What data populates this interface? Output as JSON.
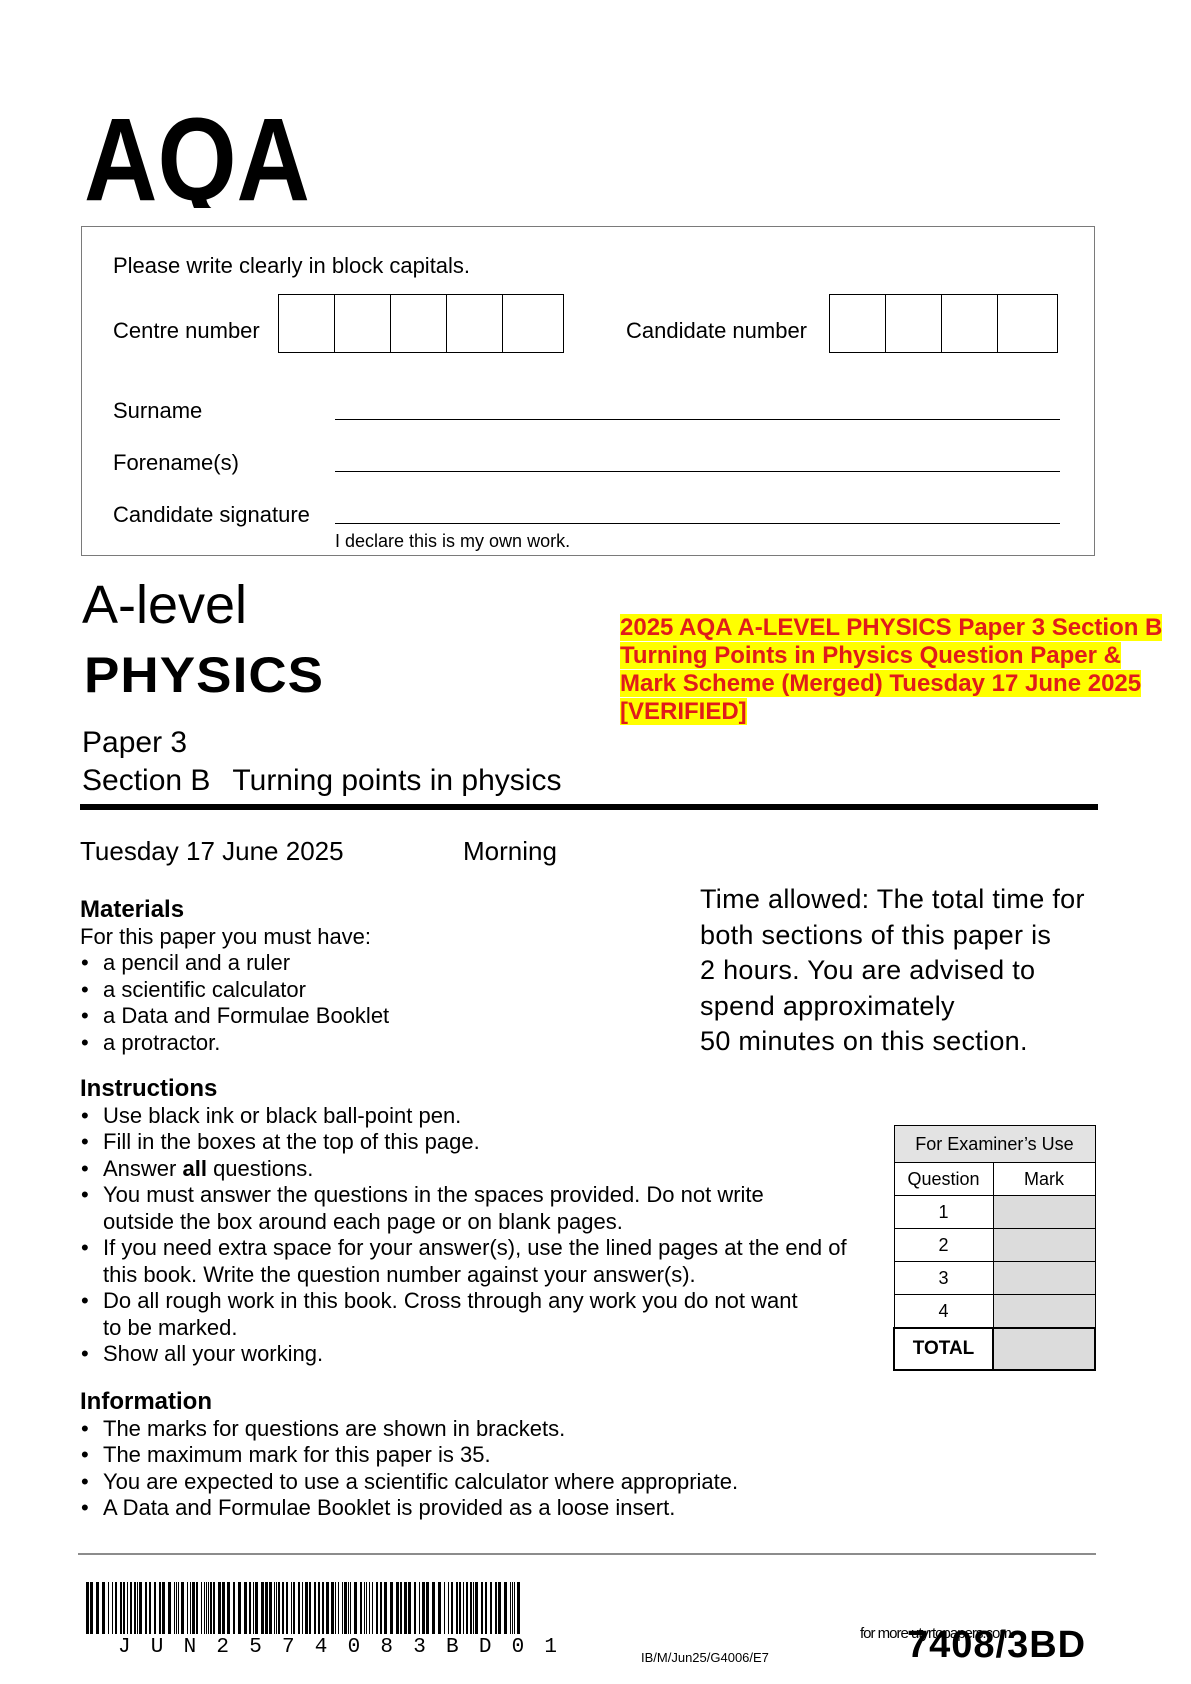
{
  "logo": {
    "text": "AQA"
  },
  "candidate": {
    "instruction": "Please write clearly in block capitals.",
    "centre_label": "Centre number",
    "candidate_label": "Candidate number",
    "centre_cells": 5,
    "candidate_cells": 4,
    "surname_label": "Surname",
    "forename_label": "Forename(s)",
    "signature_label": "Candidate signature",
    "declaration": "I declare this is my own work."
  },
  "title": {
    "level": "A-level",
    "subject": "PHYSICS",
    "paper": "Paper 3",
    "section_label": "Section B",
    "section_title": "Turning points in physics"
  },
  "highlight": {
    "lines": [
      "2025 AQA A-LEVEL PHYSICS Paper 3 Section B",
      "Turning Points in Physics Question Paper &",
      "Mark Scheme (Merged) Tuesday 17 June 2025",
      "[VERIFIED]"
    ],
    "text_color": "#e01b1b",
    "background_color": "#ffff00"
  },
  "exam": {
    "date": "Tuesday 17 June 2025",
    "session": "Morning",
    "time_allowed_lines": [
      "Time allowed: The total time for",
      "both sections of this paper is",
      "2 hours.  You are advised to",
      "spend approximately",
      "50 minutes on this section."
    ]
  },
  "materials": {
    "heading": "Materials",
    "intro": "For this paper you must have:",
    "items": [
      "a pencil and a ruler",
      "a scientific calculator",
      "a Data and Formulae Booklet",
      "a protractor."
    ]
  },
  "instructions": {
    "heading": "Instructions",
    "items": [
      "Use black ink or black ball-point pen.",
      "Fill in the boxes at the top of this page.",
      {
        "pre": "Answer ",
        "bold": "all",
        "post": " questions."
      },
      "You must answer the questions in the spaces provided.  Do not write outside the box around each page or on blank pages.",
      "If you need extra space for your answer(s), use the lined pages at the end of this book.  Write the question number against your answer(s).",
      "Do all rough work in this book.  Cross through any work you do not want to be marked.",
      "Show all your working."
    ]
  },
  "information": {
    "heading": "Information",
    "items": [
      "The marks for questions are shown in brackets.",
      "The maximum mark for this paper is 35.",
      "You are expected to use a scientific calculator where appropriate.",
      "A Data and Formulae Booklet is provided as a loose insert."
    ]
  },
  "examiner": {
    "title": "For Examiner’s Use",
    "col_question": "Question",
    "col_mark": "Mark",
    "rows": [
      "1",
      "2",
      "3",
      "4"
    ],
    "total_label": "TOTAL"
  },
  "footer": {
    "barcode_text": "JUN2574083BD01",
    "reference": "IB/M/Jun25/G4006/E7",
    "watermark": "for more utyrtopapers.com",
    "paper_code": "7408/3BD"
  }
}
